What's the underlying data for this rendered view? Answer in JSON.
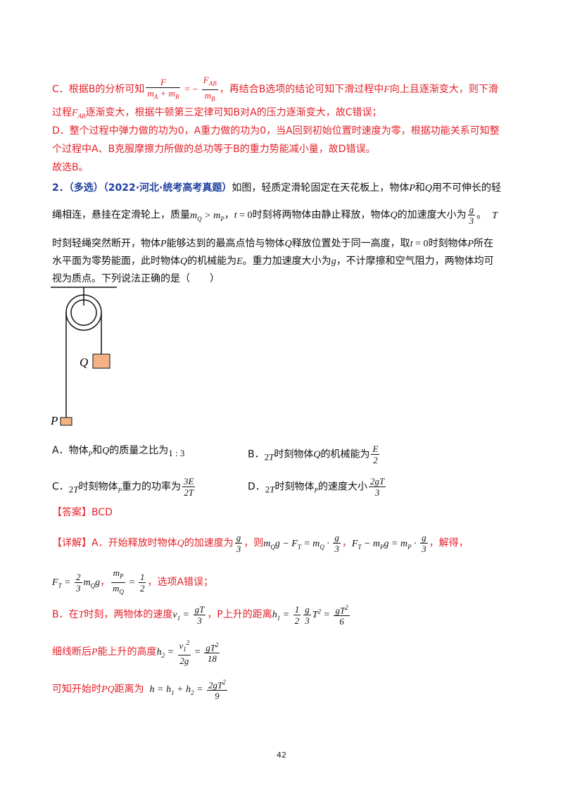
{
  "section_c": {
    "line1_a": "C．根据B的分析可知",
    "line1_b": "，再结合B选项的结论可知下滑过程中",
    "line1_F": "F",
    "line1_c": "向上且逐渐变大，则下滑",
    "line2_a": "过程",
    "line2_F": "F",
    "line2_sub": "AB",
    "line2_b": "逐渐变大，根据牛顿第三定律可知B对A的压力逐渐变大，故C错误；"
  },
  "section_d": {
    "line1": "D．整个过程中弹力做的功为0，A重力做的功为0，当A回到初始位置时速度为零，根据功能关系可知整",
    "line2": "个过程中A、B克服摩擦力所做的总功等于B的重力势能减小量，故D错误。",
    "line3": "故选B。"
  },
  "question": {
    "number": "2．",
    "tag": "（多选）",
    "source": "（2022·河北·统考高考真题）",
    "line1_a": "如图，轻质定滑轮固定在天花板上，物体",
    "line1_b": "和",
    "line1_c": "用不可伸长的轻",
    "line2_a": "绳相连，悬挂在定滑轮上，质量",
    "line2_b": "时刻将两物体由静止释放，物体",
    "line2_c": "的加速度大小为",
    "line2_d": "。",
    "line3_a": "时刻轻绳突然断开，物体",
    "line3_b": "能够达到的最高点恰与物体",
    "line3_c": "释放位置处于同一高度，取",
    "line3_d": "时刻物体",
    "line3_e": "所在",
    "line4_a": "水平面为零势能面，此时物体",
    "line4_b": "的机械能为",
    "line4_c": "。重力加速度大小为",
    "line4_d": "，不计摩擦和空气阻力，两物体均可",
    "line5": "视为质点。下列说法正确的是（　　）"
  },
  "figure": {
    "label_q": "Q",
    "label_p": "P",
    "block_color": "#f4b183"
  },
  "options": {
    "a_1": "A．物体",
    "a_2": "和",
    "a_3": "的质量之比为",
    "a_ratio": "1 : 3",
    "b_1": "B．",
    "b_2": "时刻物体",
    "b_3": "的机械能为",
    "c_1": "C．",
    "c_2": "时刻物体",
    "c_3": "重力的功率为",
    "d_1": "D．",
    "d_2": "时刻物体",
    "d_3": "的速度大小"
  },
  "answer": {
    "label": "【答案】",
    "value": "BCD"
  },
  "detail": {
    "label": "【详解】",
    "a1": "A．开始释放时物体",
    "a2": "的加速度为",
    "a3": "，则",
    "a4": "，解得，",
    "a5": "，选项A错误；",
    "b1": "B．在",
    "b2": "时刻，两物体的速度",
    "b3": "，P上升的距离",
    "c1": "细线断后",
    "c2": "能上升的高度",
    "d1": "可知开始时",
    "d2": "距离为"
  },
  "page_number": "42"
}
